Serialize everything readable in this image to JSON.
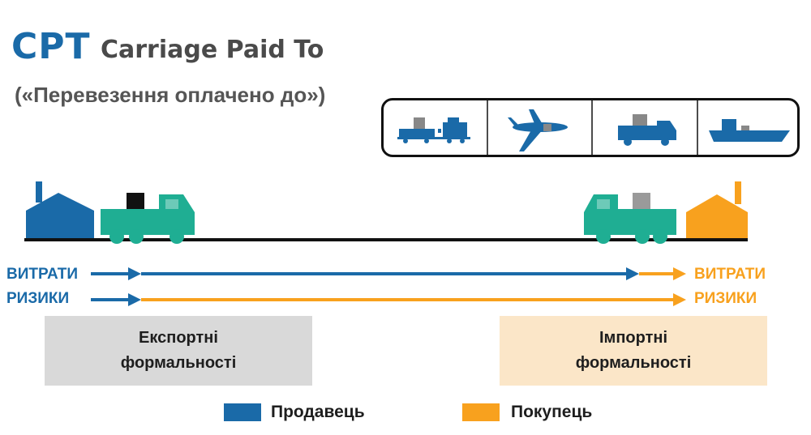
{
  "header": {
    "abbr": "CPT",
    "full_name": "Carriage Paid To",
    "subtitle": "(«Перевезення оплачено до»)"
  },
  "transport_modes": [
    "rail-icon",
    "airplane-icon",
    "truck-icon",
    "ship-icon"
  ],
  "rows": {
    "costs": {
      "label_seller": "ВИТРАТИ",
      "label_buyer": "ВИТРАТИ",
      "transfer_fraction": 0.885
    },
    "risks": {
      "label_seller": "РИЗИКИ",
      "label_buyer": "РИЗИКИ",
      "transfer_fraction": 0.0
    }
  },
  "formalities": {
    "export": "Експортні формальності",
    "import": "Імпортні формальності"
  },
  "legend": {
    "seller": "Продавець",
    "buyer": "Покупець"
  },
  "colors": {
    "seller": "#1a6aa8",
    "buyer": "#f8a11e",
    "truck": "#1fae93",
    "export_box": "#d9d9d9",
    "import_box": "#fbe6c8",
    "title": "#1a6aa8"
  }
}
